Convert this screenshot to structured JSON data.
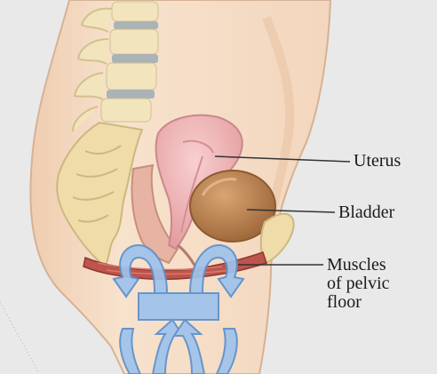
{
  "labels": {
    "uterus": "Uterus",
    "bladder": "Bladder",
    "muscles_line1": "Muscles",
    "muscles_line2": "of pelvic",
    "muscles_line3": "floor"
  },
  "colors": {
    "background": "#e9e9e9",
    "skin": "#f6dfc8",
    "skin_outline": "#d7b79a",
    "spine_bone": "#f1e3b8",
    "spine_disc": "#aeb6b8",
    "uterus": "#efb3b5",
    "bladder": "#b8804d",
    "pelvic_muscle": "#b9524a",
    "arrow_fill": "#9ec3ec",
    "arrow_stroke": "#5d8fc9",
    "leader_line": "#333333"
  },
  "icons": [
    "curved-up-arrow-icon",
    "curved-down-arrow-icon"
  ]
}
